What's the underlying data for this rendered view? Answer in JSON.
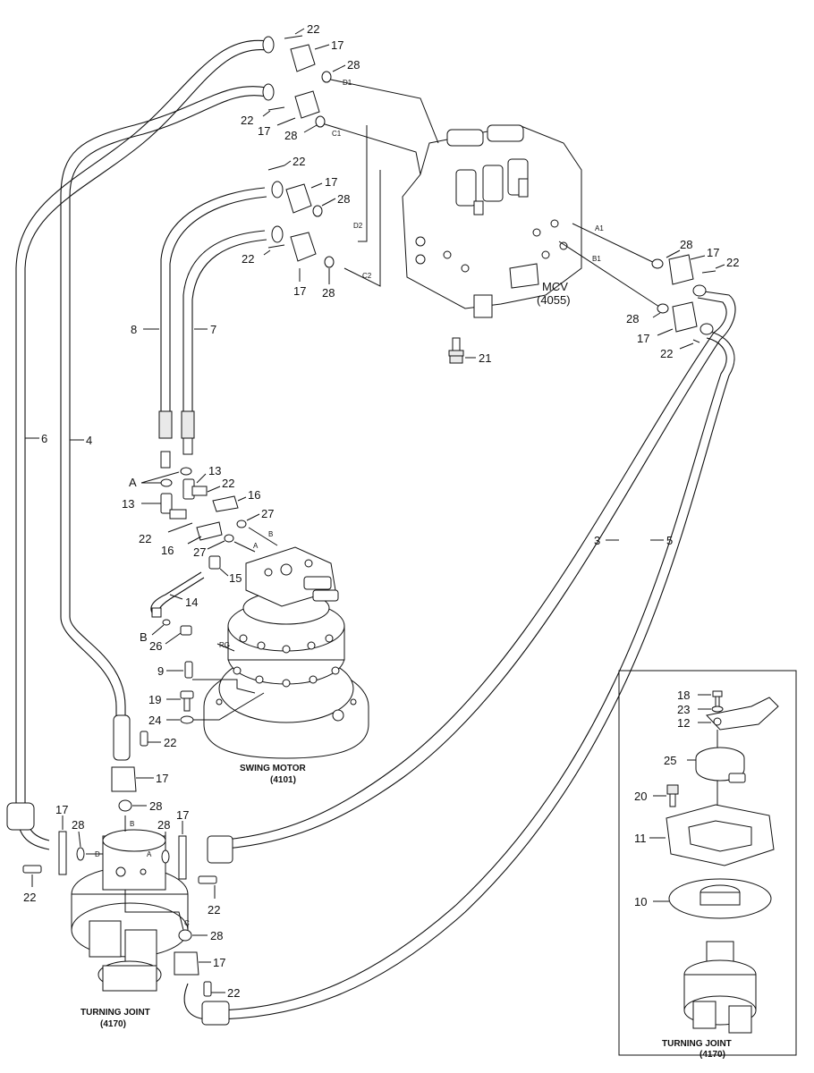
{
  "title": "",
  "components": {
    "mcv": {
      "name": "MCV",
      "code": "(4055)"
    },
    "swing_motor": {
      "name": "SWING MOTOR",
      "code": "(4101)"
    },
    "turning_joint": {
      "name": "TURNING JOINT",
      "code": "(4170)"
    },
    "turning_joint_detail": {
      "name": "TURNING JOINT",
      "code": "(4170)"
    }
  },
  "ports": {
    "d1": "D1",
    "c1": "C1",
    "d2": "D2",
    "c2": "C2",
    "a1": "A1",
    "b1": "B1",
    "sm_a": "A",
    "sm_b": "B",
    "sm_rg": "RG",
    "tj_a": "A",
    "tj_b": "B",
    "tj_c": "C",
    "tj_d": "D"
  },
  "callouts": {
    "22a": "22",
    "17a": "17",
    "28a": "28",
    "22b": "22",
    "17b": "17",
    "28b": "28",
    "22c": "22",
    "17c": "17",
    "28c": "28",
    "22d": "22",
    "17d": "17",
    "28d": "28",
    "28e": "28",
    "17e": "17",
    "22e": "22",
    "28f": "28",
    "17f": "17",
    "22f": "22",
    "21": "21",
    "8": "8",
    "7": "7",
    "6": "6",
    "4": "4",
    "3": "3",
    "5": "5",
    "A": "A",
    "13a": "13",
    "13b": "13",
    "22g": "22",
    "16a": "16",
    "22h": "22",
    "16b": "16",
    "27a": "27",
    "27b": "27",
    "15": "15",
    "14": "14",
    "B": "B",
    "26": "26",
    "9": "9",
    "19": "19",
    "24": "24",
    "22i": "22",
    "17g": "17",
    "28g": "28",
    "17h": "17",
    "28h": "28",
    "28i": "28",
    "17i": "17",
    "22j": "22",
    "22k": "22",
    "28j": "28",
    "17j": "17",
    "22l": "22",
    "18": "18",
    "23": "23",
    "12": "12",
    "25": "25",
    "20": "20",
    "11": "11",
    "10": "10"
  }
}
